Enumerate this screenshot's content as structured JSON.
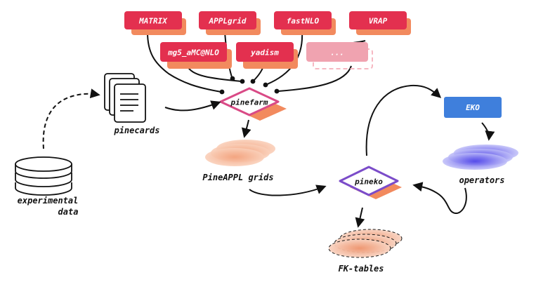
{
  "colors": {
    "red_box": "#E3304F",
    "red_shadow": "#F28A5E",
    "ellipsis_box": "#F0A3B0",
    "pinefarm_border": "#D94A86",
    "pineko_border": "#7B4CC9",
    "eko_box": "#3F7FDC",
    "grid_orange": "#F08A5D",
    "operator_blue": "#5F5CF0",
    "line": "#111111"
  },
  "generators": [
    {
      "label": "MATRIX"
    },
    {
      "label": "APPLgrid"
    },
    {
      "label": "fastNLO"
    },
    {
      "label": "VRAP"
    },
    {
      "label": "mg5_aMC@NLO"
    },
    {
      "label": "yadism"
    },
    {
      "label": "..."
    }
  ],
  "nodes": {
    "pinefarm": "pinefarm",
    "pineko": "pineko",
    "eko": "EKO"
  },
  "captions": {
    "pinecards": "pinecards",
    "pineappl_grids": "PineAPPL grids",
    "operators": "operators",
    "fk_tables": "FK-tables",
    "experimental_line1": "experimental",
    "experimental_line2": "data"
  },
  "icons": {
    "database": "database-icon",
    "documents": "document-stack-icon",
    "grids": "orange-ellipse-stack-icon",
    "operators": "blue-ellipse-stack-icon",
    "fk_tables": "dashed-ellipse-stack-icon"
  }
}
